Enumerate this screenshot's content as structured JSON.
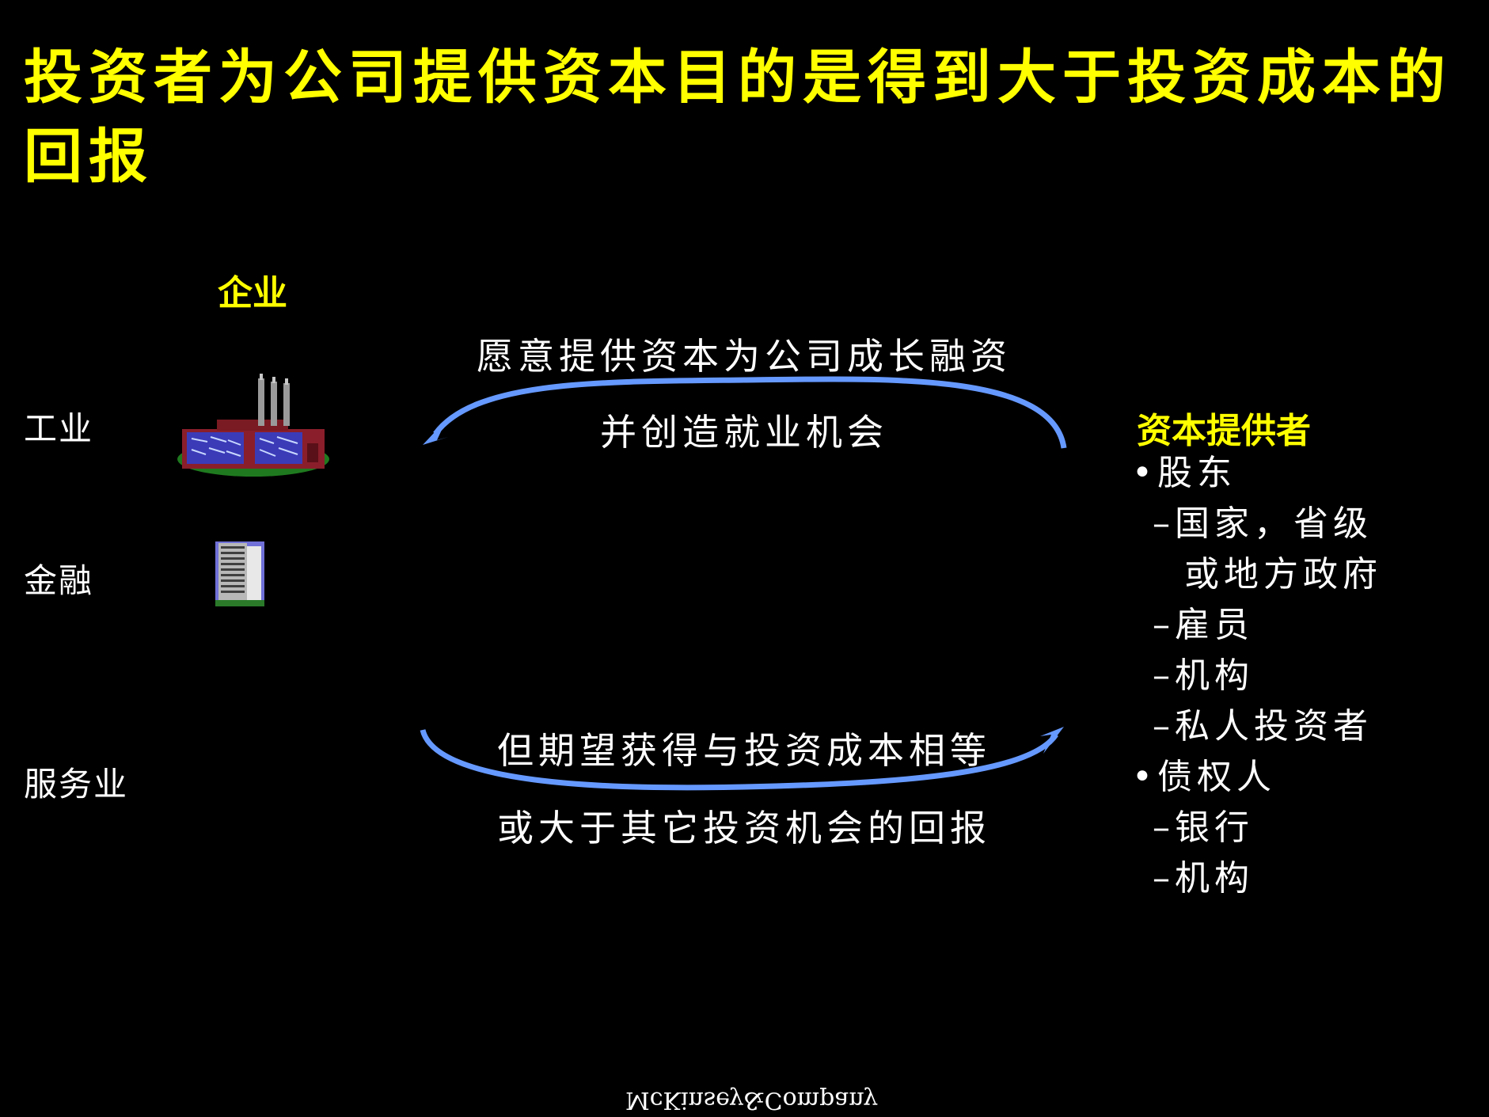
{
  "title": "投资者为公司提供资本目的是得到大于投资成本的回报",
  "enterprise": {
    "heading": "企业",
    "sectors": [
      {
        "label": "工业",
        "icon": "factory-icon"
      },
      {
        "label": "金融",
        "icon": "office-building-icon"
      },
      {
        "label": "服务业"
      }
    ]
  },
  "flows": {
    "top": {
      "line1": "愿意提供资本为公司成长融资",
      "line2": "并创造就业机会"
    },
    "bottom": {
      "line1": "但期望获得与投资成本相等",
      "line2": "或大于其它投资机会的回报"
    }
  },
  "providers": {
    "heading": "资本提供者",
    "items": [
      {
        "bullet": "•",
        "text": "股东"
      },
      {
        "bullet": "–",
        "text": "国家，省级"
      },
      {
        "bullet": "",
        "text": "或地方政府"
      },
      {
        "bullet": "–",
        "text": "雇员"
      },
      {
        "bullet": "–",
        "text": "机构"
      },
      {
        "bullet": "–",
        "text": "私人投资者"
      },
      {
        "bullet": "•",
        "text": "债权人"
      },
      {
        "bullet": "–",
        "text": "银行"
      },
      {
        "bullet": "–",
        "text": "机构"
      }
    ]
  },
  "footer": "McKinsey&Company",
  "colors": {
    "title": "#ffff00",
    "arrow": "#6699ff",
    "background": "#000000"
  }
}
